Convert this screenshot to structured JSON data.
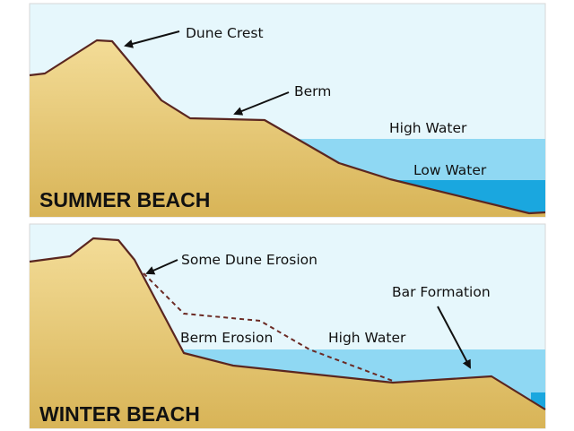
{
  "summer": {
    "title": "SUMMER BEACH",
    "labels": {
      "dune_crest": "Dune Crest",
      "berm": "Berm",
      "high_water": "High Water",
      "low_water": "Low Water"
    }
  },
  "winter": {
    "title": "WINTER BEACH",
    "labels": {
      "dune_erosion": "Some Dune Erosion",
      "bar_formation": "Bar Formation",
      "berm_erosion": "Berm Erosion",
      "high_water": "High Water"
    }
  },
  "colors": {
    "sky": "#e6f7fc",
    "sand": "#f0d38a",
    "sand_dark": "#d9b253",
    "outline": "#5a2620",
    "water_high": "#8fd8f3",
    "water_low": "#1aa7df",
    "border": "#d7d7d7"
  }
}
